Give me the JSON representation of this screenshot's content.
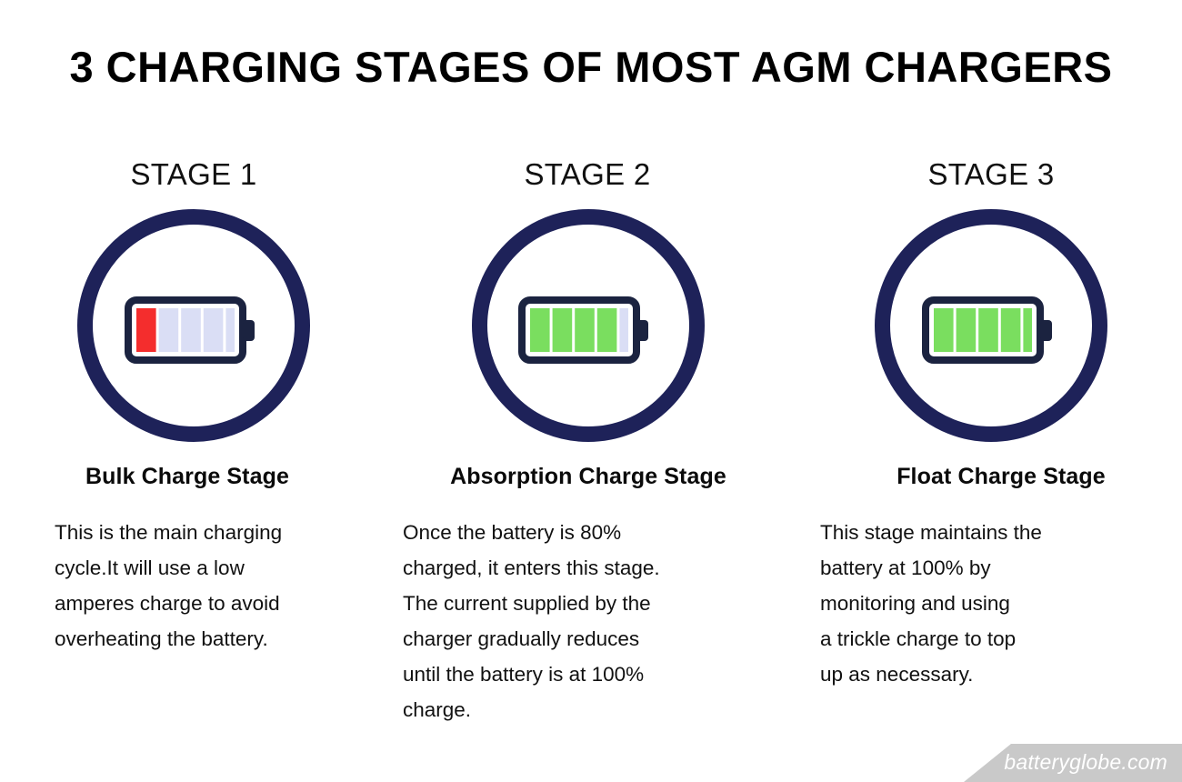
{
  "title": "3 CHARGING STAGES OF MOST AGM CHARGERS",
  "colors": {
    "circle_navy": "#1e2259",
    "battery_outline": "#1b2340",
    "cell_empty": "#dadef5",
    "cell_red": "#f42d2d",
    "cell_green": "#7ade5f",
    "background": "#ffffff",
    "watermark_band": "#c9c9c9",
    "watermark_text": "#ffffff"
  },
  "stages": [
    {
      "stage_label": "STAGE 1",
      "icon_name": "battery-low-icon",
      "battery": {
        "total_cells": 5,
        "cells": [
          "red",
          "empty",
          "empty",
          "empty",
          "empty"
        ],
        "charge_percent": 20
      },
      "heading": "Bulk Charge Stage",
      "body": "This is the main charging\ncycle.It will use a low\namperes charge to avoid\noverheating the battery."
    },
    {
      "stage_label": "STAGE 2",
      "icon_name": "battery-high-icon",
      "battery": {
        "total_cells": 5,
        "cells": [
          "green",
          "green",
          "green",
          "green",
          "empty"
        ],
        "charge_percent": 80
      },
      "heading": "Absorption Charge Stage",
      "body": "Once the battery is 80%\ncharged, it enters this stage.\nThe current supplied by the\ncharger gradually reduces\nuntil the battery is at 100%\ncharge."
    },
    {
      "stage_label": "STAGE 3",
      "icon_name": "battery-full-icon",
      "battery": {
        "total_cells": 5,
        "cells": [
          "green",
          "green",
          "green",
          "green",
          "green"
        ],
        "charge_percent": 100
      },
      "heading": "Float Charge Stage",
      "body": "This stage maintains the\nbattery at 100% by\nmonitoring and using\na trickle charge to top\nup as necessary."
    }
  ],
  "watermark": {
    "text": "batteryglobe.com"
  }
}
